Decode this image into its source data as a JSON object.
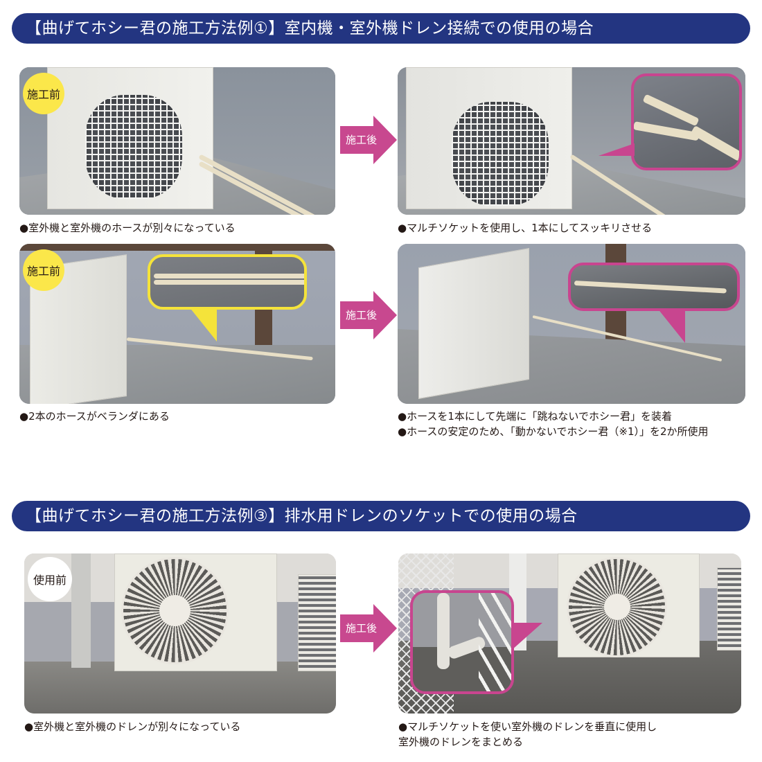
{
  "sections": [
    {
      "title": "【曲げてホシー君の施工方法例①】室内機・室外機ドレン接続での使用の場合",
      "rows": [
        {
          "before": {
            "badge": "施工前",
            "captions": [
              "●室外機と室外機のホースが別々になっている"
            ]
          },
          "arrow_label": "施工後",
          "after": {
            "captions": [
              "●マルチソケットを使用し、1本にしてスッキリさせる"
            ]
          }
        },
        {
          "before": {
            "badge": "施工前",
            "captions": [
              "●2本のホースがベランダにある"
            ]
          },
          "arrow_label": "施工後",
          "after": {
            "captions": [
              "●ホースを1本にして先端に「跳ねないでホシー君」を装着",
              "●ホースの安定のため、「動かないでホシー君（※1）」を2か所使用"
            ]
          }
        }
      ]
    },
    {
      "title": "【曲げてホシー君の施工方法例③】排水用ドレンのソケットでの使用の場合",
      "rows": [
        {
          "before": {
            "badge": "使用前",
            "captions": [
              "●室外機と室外機のドレンが別々になっている"
            ]
          },
          "arrow_label": "施工後",
          "after": {
            "captions": [
              "●マルチソケットを使い室外機のドレンを垂直に使用し",
              "室外機のドレンをまとめる"
            ]
          }
        }
      ]
    }
  ],
  "colors": {
    "banner": "#233581",
    "arrow": "#c8488f",
    "callout_pink": "#c8458f",
    "callout_yellow": "#f5e33a",
    "badge_yellow": "#fbe74a"
  },
  "icons": {
    "arrow": "right-arrow-icon",
    "bullet": "●"
  }
}
